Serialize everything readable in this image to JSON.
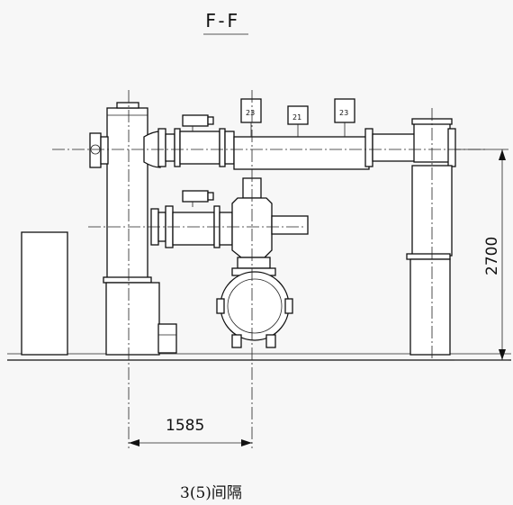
{
  "title": "F-F",
  "caption": "3(5)间隔",
  "dimensions": {
    "horizontal": "1585",
    "vertical": "2700"
  },
  "tags": {
    "tag1": "23",
    "tag2": "21",
    "tag3": "23"
  }
}
